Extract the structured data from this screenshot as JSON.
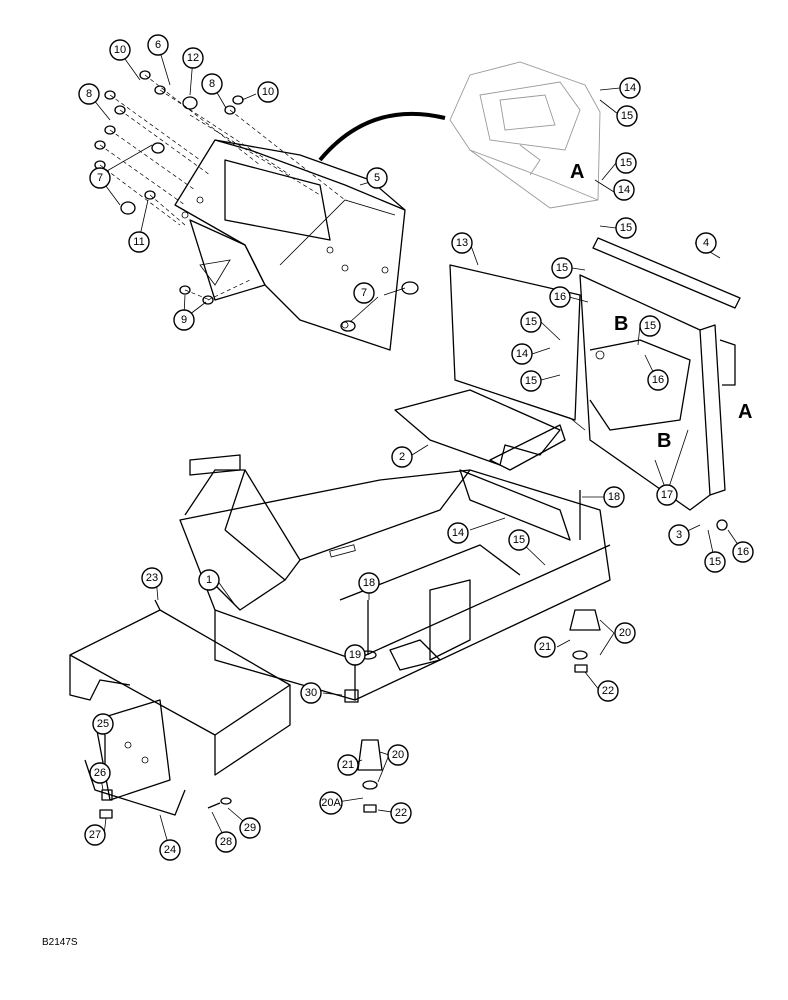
{
  "figure_id": "B2147S",
  "reference_letters": [
    "A",
    "B"
  ],
  "callouts": [
    "1",
    "2",
    "3",
    "4",
    "5",
    "6",
    "7",
    "8",
    "9",
    "10",
    "11",
    "12",
    "13",
    "14",
    "15",
    "16",
    "17",
    "18",
    "19",
    "20",
    "20A",
    "21",
    "22",
    "23",
    "24",
    "25",
    "26",
    "27",
    "28",
    "29",
    "30"
  ]
}
